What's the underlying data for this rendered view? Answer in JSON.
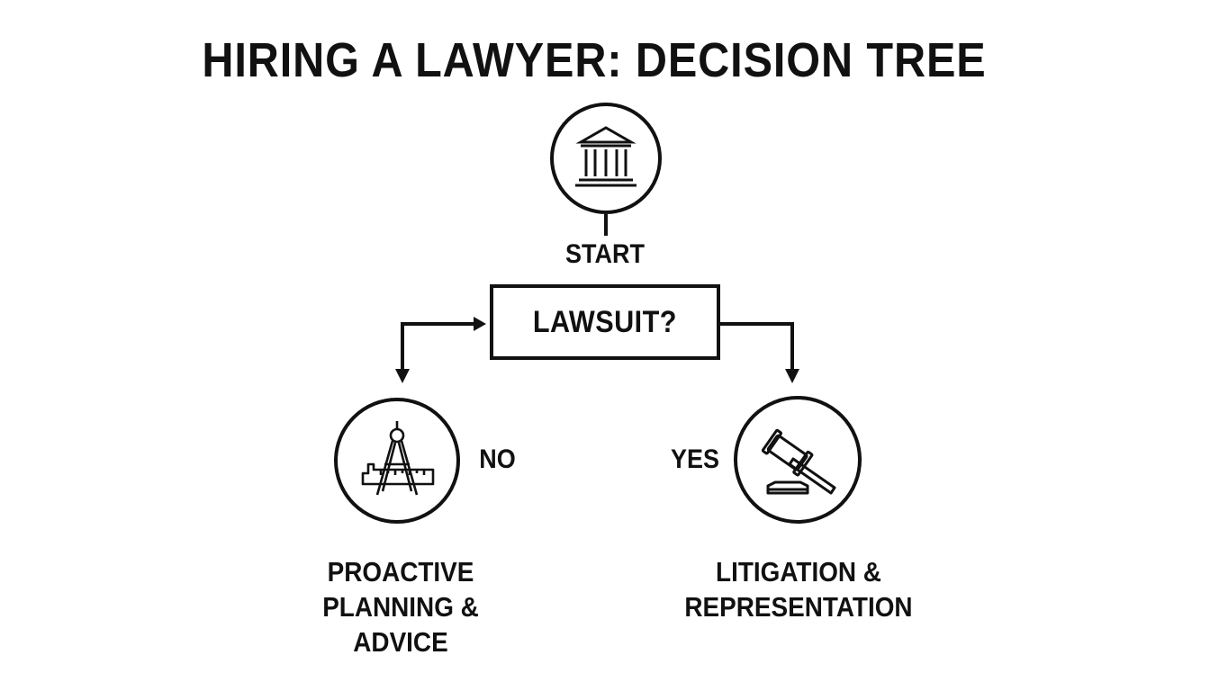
{
  "title": "HIRING A LAWYER: DECISION TREE",
  "start": {
    "label": "START",
    "icon": "courthouse-icon"
  },
  "decision": {
    "question": "LAWSUIT?"
  },
  "branches": {
    "no": {
      "label": "NO",
      "icon": "compass-ruler-icon",
      "outcome_lines": [
        "PROACTIVE",
        "PLANNING &",
        "ADVICE"
      ]
    },
    "yes": {
      "label": "YES",
      "icon": "gavel-icon",
      "outcome_lines": [
        "LITIGATION &",
        "REPRESENTATION"
      ]
    }
  }
}
